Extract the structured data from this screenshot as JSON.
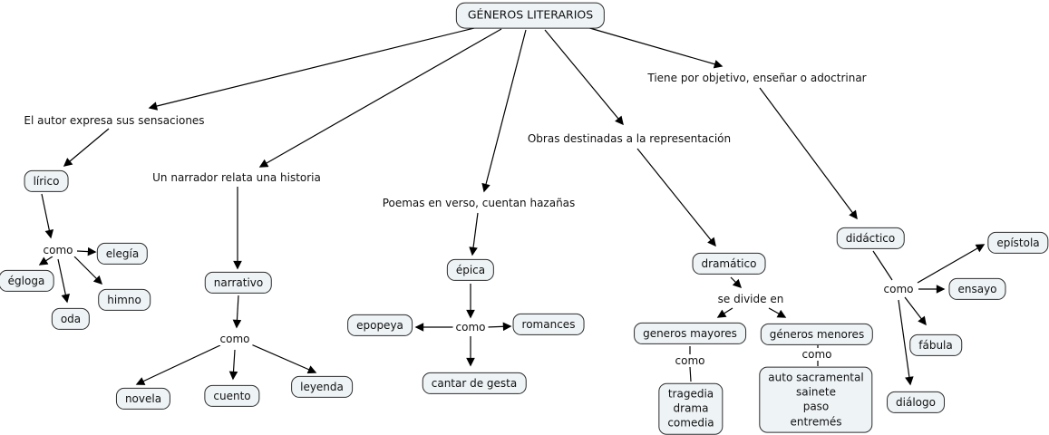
{
  "colors": {
    "background": "#ffffff",
    "node_fill": "#eef3f6",
    "node_border": "#2d2d2d",
    "line": "#000000",
    "text": "#111111"
  },
  "nodes": {
    "generos_literarios": {
      "label": "GÉNEROS LITERARIOS"
    },
    "lirico": {
      "label": "lírico"
    },
    "narrativo": {
      "label": "narrativo"
    },
    "epica": {
      "label": "épica"
    },
    "dramatico": {
      "label": "dramático"
    },
    "didactico": {
      "label": "didáctico"
    },
    "elegia": {
      "label": "elegía"
    },
    "egloga": {
      "label": "égloga"
    },
    "himno": {
      "label": "himno"
    },
    "oda": {
      "label": "oda"
    },
    "novela": {
      "label": "novela"
    },
    "cuento": {
      "label": "cuento"
    },
    "leyenda": {
      "label": "leyenda"
    },
    "epopeya": {
      "label": "epopeya"
    },
    "romances": {
      "label": "romances"
    },
    "cantar_de_gesta": {
      "label": "cantar de gesta"
    },
    "generos_mayores": {
      "label": "generos mayores"
    },
    "generos_menores": {
      "label": "géneros menores"
    },
    "tragedia_drama_comedia": {
      "label": "tragedia\ndrama\ncomedia"
    },
    "auto_sacramental_sainete_paso_entremes": {
      "label": "auto sacramental\nsainete\npaso\nentremés"
    },
    "epistola": {
      "label": "epístola"
    },
    "ensayo": {
      "label": "ensayo"
    },
    "fabula": {
      "label": "fábula"
    },
    "dialogo": {
      "label": "diálogo"
    }
  },
  "linking_phrases": {
    "el_autor": "El autor expresa sus sensaciones",
    "un_narrador": "Un narrador relata una historia",
    "poemas": "Poemas en verso, cuentan hazañas",
    "obras": "Obras destinadas a la representación",
    "tiene": "Tiene por objetivo, enseñar o adoctrinar",
    "como_lirico": "como",
    "como_narrativo": "como",
    "como_epica": "como",
    "se_divide_en": "se divide en",
    "como_mayores": "como",
    "como_menores": "como",
    "como_didactico": "como"
  }
}
